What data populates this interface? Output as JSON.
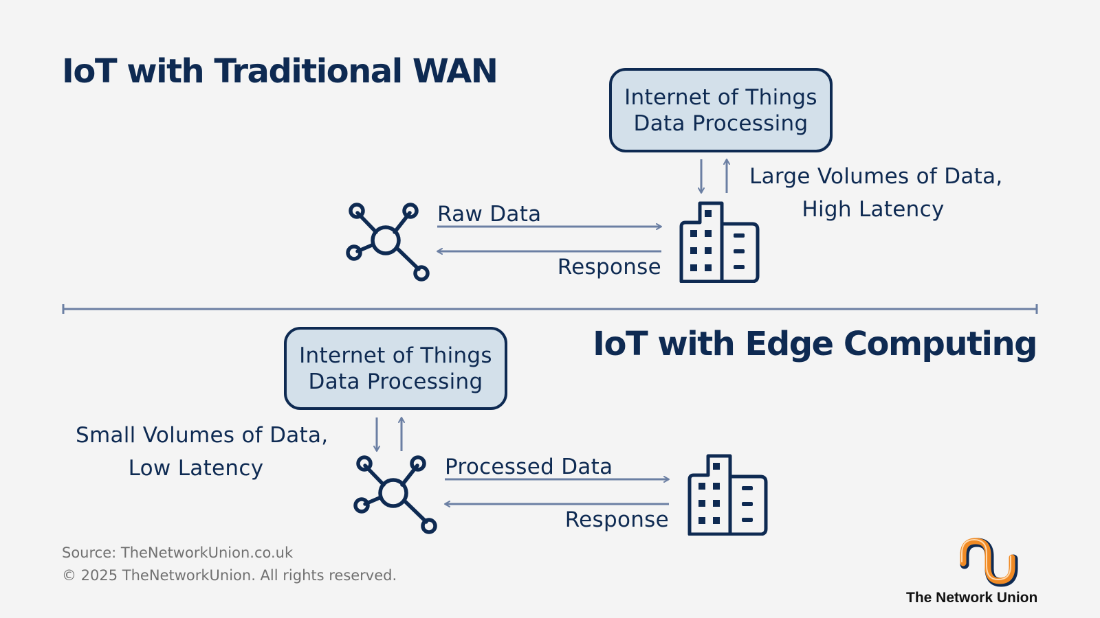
{
  "top": {
    "title": "IoT with Traditional WAN",
    "processing_box": {
      "line1": "Internet of Things",
      "line2": "Data Processing"
    },
    "latency_note": {
      "line1": "Large Volumes of Data,",
      "line2": "High Latency"
    },
    "send_label": "Raw Data",
    "response_label": "Response"
  },
  "bottom": {
    "title": "IoT with Edge Computing",
    "processing_box": {
      "line1": "Internet of Things",
      "line2": "Data Processing"
    },
    "latency_note": {
      "line1": "Small Volumes of Data,",
      "line2": "Low Latency"
    },
    "send_label": "Processed Data",
    "response_label": "Response"
  },
  "footer": {
    "source": "Source: TheNetworkUnion.co.uk",
    "copyright": "© 2025 TheNetworkUnion. All rights reserved."
  },
  "brand": {
    "name": "The Network Union"
  },
  "icons": {
    "device": "network-hub-icon",
    "destination": "office-building-icon",
    "logo": "network-union-logo-icon"
  },
  "colors": {
    "navy": "#0e2a52",
    "arrow": "#6b7fa3",
    "box_fill": "#d3e0ea",
    "footer_text": "#707070",
    "logo_orange": "#f08a24",
    "background": "#f4f4f4"
  }
}
